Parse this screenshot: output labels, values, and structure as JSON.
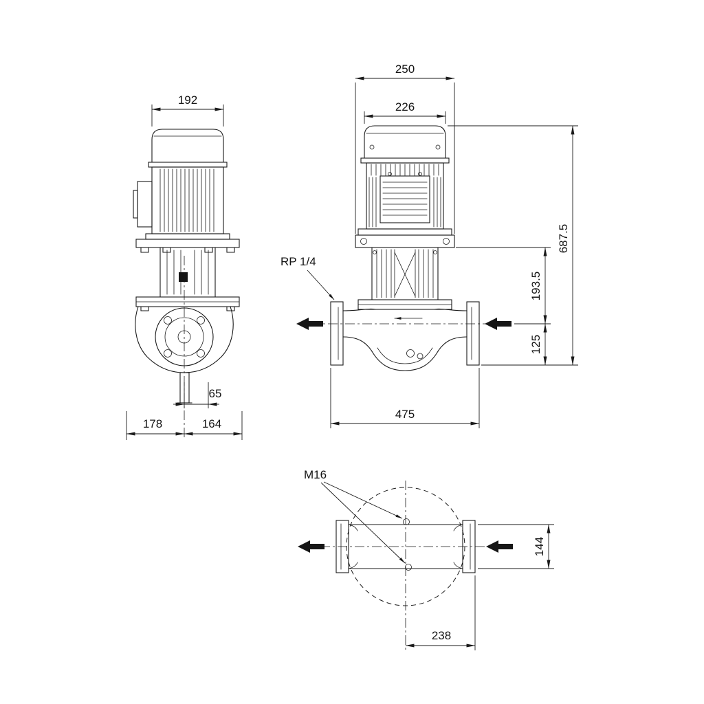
{
  "views": {
    "side": {
      "dim_motor_width": "192",
      "dim_shaft_offset": "65",
      "dim_base_left": "178",
      "dim_base_right": "164"
    },
    "front": {
      "dim_plate_width": "250",
      "dim_motor_width": "226",
      "dim_total_height": "687.5",
      "dim_head_height": "193.5",
      "dim_port_center_height": "125",
      "dim_port_to_port": "475",
      "label_gauge_port": "RP 1/4"
    },
    "plan": {
      "label_tapping": "M16",
      "dim_body_width": "144",
      "dim_center_to_flange": "238"
    }
  }
}
